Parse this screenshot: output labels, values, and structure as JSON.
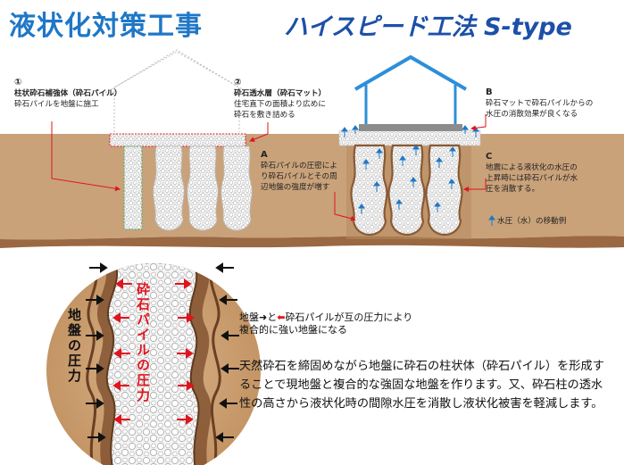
{
  "header": {
    "title": "液状化対策工事",
    "subtitle": "ハイスピード工法 S-type"
  },
  "callouts": {
    "c1": {
      "mark": "①",
      "title": "柱状砕石補強体（砕石パイル）",
      "text": "砕石パイルを地盤に施工"
    },
    "c2": {
      "mark": "②",
      "title": "砕石透水層（砕石マット）",
      "line1": "住宅直下の面積より広めに",
      "line2": "砕石を敷き詰める"
    },
    "cA": {
      "mark": "A",
      "line1": "砕石パイルの圧密によ",
      "line2": "り砕石パイルとその周",
      "line3": "辺地盤の強度が増す"
    },
    "cB": {
      "mark": "B",
      "line1": "砕石マットで砕石パイルからの",
      "line2": "水圧の消散効果が良くなる"
    },
    "cC": {
      "mark": "C",
      "line1": "地震による液状化の水圧の",
      "line2": "上昇時には砕石パイルが水",
      "line3": "圧を消散する。"
    },
    "legend": {
      "text": "水圧（水）の移動例"
    }
  },
  "detail": {
    "ground_pressure_label": "地盤の圧力",
    "pile_pressure_label": "砕石パイルの圧力",
    "mutual_pre": "地盤",
    "mutual_mid": "と",
    "mutual_post": "砕石パイルが互の圧力により",
    "mutual_line2": "複合的に強い地盤になる",
    "description": "天然砕石を締固めながら地盤に砕石の柱状体（砕石パイル）を形成することで現地盤と複合的な強固な地盤を作ります。又、砕石柱の透水性の高さから液状化時の間隙水圧を消散し液状化被害を軽減します。"
  },
  "colors": {
    "title_blue": "#1e77c6",
    "subtitle_blue": "#1c50a8",
    "soil": "#c9a27a",
    "soil_deep": "#8f5e38",
    "house_blue": "#2d8fd8",
    "pressure_red": "#e1141e",
    "water_blue": "#1e77c6",
    "gravel": "#f2f2f2"
  }
}
